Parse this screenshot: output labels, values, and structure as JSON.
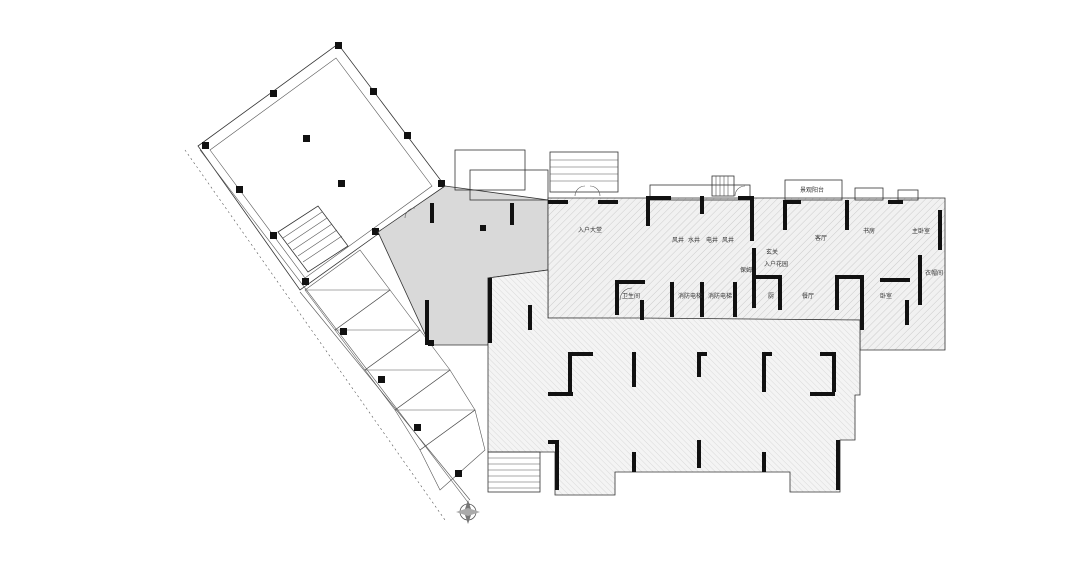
{
  "labels": {
    "entrance_hall": "入户大堂",
    "wind_well_1": "风井",
    "water_well": "水井",
    "elec_well": "电井",
    "wind_well_2": "风井",
    "entrance_garden": "入户花园",
    "balcony": "景观阳台",
    "living_room": "客厅",
    "study": "书房",
    "master_bedroom": "主卧室",
    "toilet": "卫生间",
    "elevator_1": "消防电梯",
    "elevator_2": "消防电梯",
    "kitchen": "厨",
    "dining": "餐厅",
    "closet": "衣帽间",
    "bedroom": "卧室",
    "small_1": "玄关",
    "small_2": "保姆"
  },
  "colors": {
    "hatch": "#bdbdbd",
    "gray_fill": "#d9d9d9",
    "wall": "#111111",
    "line": "#555555"
  }
}
